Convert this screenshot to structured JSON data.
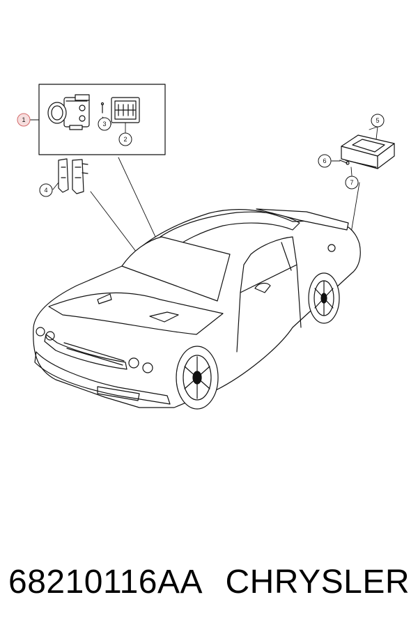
{
  "callouts": [
    {
      "id": "1",
      "label": "1",
      "highlighted": true
    },
    {
      "id": "2",
      "label": "2",
      "highlighted": false
    },
    {
      "id": "3",
      "label": "3",
      "highlighted": false
    },
    {
      "id": "4",
      "label": "4",
      "highlighted": false
    },
    {
      "id": "5",
      "label": "5",
      "highlighted": false
    },
    {
      "id": "6",
      "label": "6",
      "highlighted": false
    },
    {
      "id": "7",
      "label": "7",
      "highlighted": false
    }
  ],
  "caption": {
    "part_number": "68210116AA",
    "brand": "CHRYSLER"
  },
  "colors": {
    "line": "#111111",
    "highlight_fill": "#f6dede",
    "highlight_stroke": "#d46a6a"
  }
}
